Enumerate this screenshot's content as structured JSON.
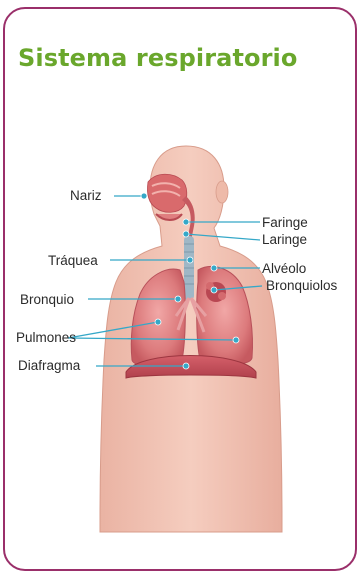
{
  "title": "Sistema respiratorio",
  "labels": {
    "nariz": "Nariz",
    "faringe": "Faringe",
    "laringe": "Laringe",
    "traquea": "Tráquea",
    "alveolo": "Alvéolo",
    "bronquio": "Bronquio",
    "bronquiolos": "Bronquiolos",
    "pulmones": "Pulmones",
    "diafragma": "Diafragma"
  },
  "colors": {
    "border": "#9a2f6a",
    "title": "#6aa72c",
    "leader_line": "#35a8c8",
    "skin": "#f2c4b4",
    "lung": "#d46a6e",
    "diaphragm": "#c94b56"
  }
}
